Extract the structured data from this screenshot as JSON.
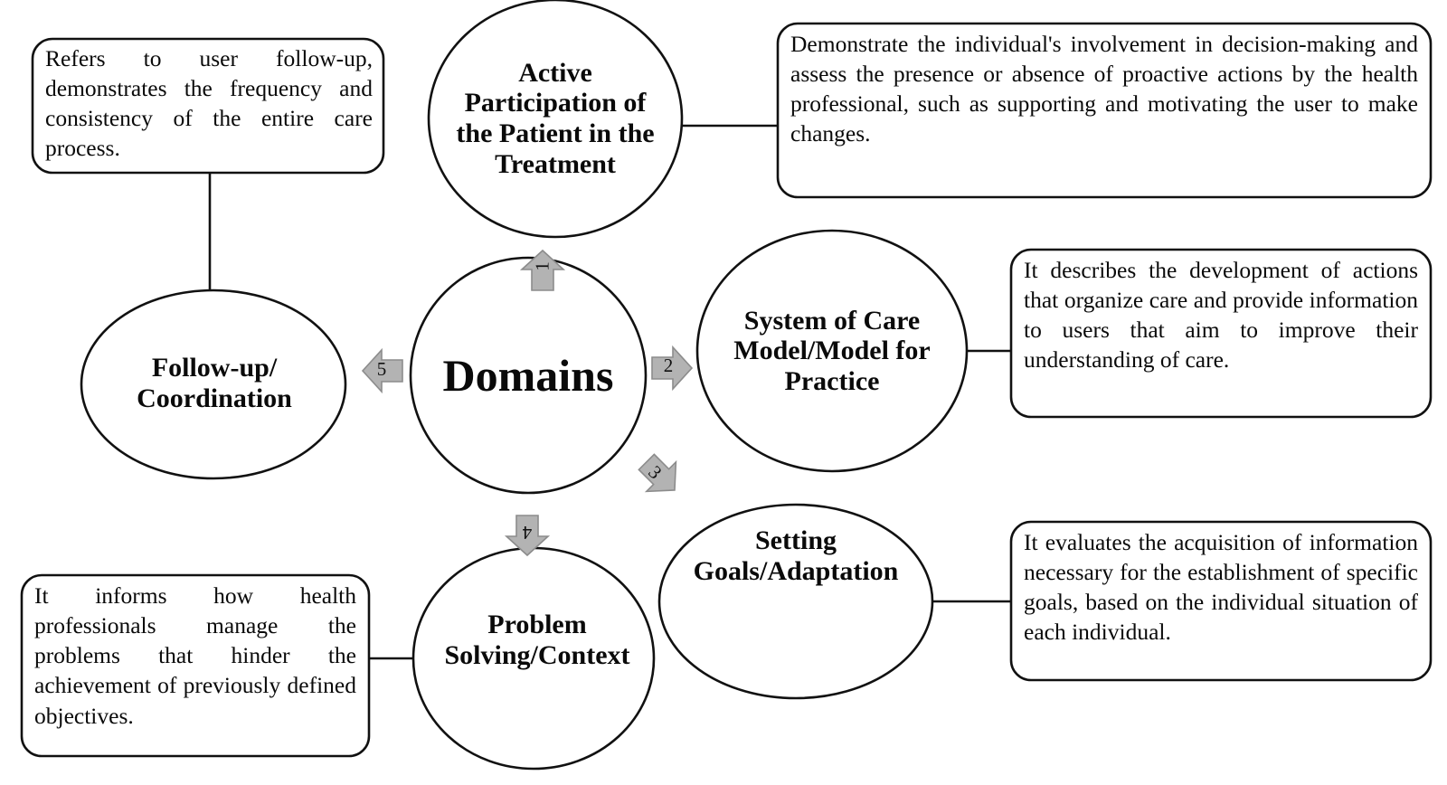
{
  "diagram": {
    "title": "Domains",
    "center_node": {
      "label": "Domains",
      "shape": "circle"
    },
    "domains": [
      {
        "number": "1",
        "label": "Active Participation of the Patient in the Treatment",
        "shape": "ellipse",
        "description": "Demonstrate the individual's involvement in decision-making and assess the presence or absence of proactive actions by the health professional, such as supporting and motivating the user to make changes.",
        "arrow_direction": "up"
      },
      {
        "number": "2",
        "label": "System of Care Model/Model for Practice",
        "shape": "ellipse",
        "description": "It describes the development of actions that organize care and provide information to users that aim to improve their understanding of care.",
        "arrow_direction": "right"
      },
      {
        "number": "3",
        "label": "Setting Goals/Adaptation",
        "shape": "ellipse",
        "description": "It evaluates the acquisition of information necessary for the establishment of specific goals, based on the individual situation of each individual.",
        "arrow_direction": "down-right"
      },
      {
        "number": "4",
        "label": "Problem Solving/Context",
        "shape": "ellipse",
        "description": "It informs how health professionals manage the problems that hinder the achievement of previously defined objectives.",
        "arrow_direction": "down"
      },
      {
        "number": "5",
        "label": "Follow-up/ Coordination",
        "shape": "ellipse",
        "description": "Refers to user follow-up, demonstrates the frequency and consistency of the entire care process.",
        "arrow_direction": "left"
      }
    ],
    "node_labels": {
      "active_participation": "Active Participation of the Patient in the Treatment",
      "system_of_care": "System of Care Model/Model for Practice",
      "setting_goals": "Setting Goals/Adaptation",
      "problem_solving": "Problem Solving/Context",
      "follow_up": "Follow-up/ Coordination"
    },
    "descriptions": {
      "follow_up": "Refers to user follow-up, demonstrates the frequency and consistency of the entire care process.",
      "active_participation": "Demonstrate the individual's involvement in decision-making and assess the presence or absence of proactive actions by the health professional, such as supporting and motivating the user to make changes.",
      "system_of_care": "It describes the development of actions that organize care and provide information to users that aim to improve their understanding of care.",
      "setting_goals": "It evaluates the acquisition of information necessary for the establishment of specific goals, based on the individual situation of each individual.",
      "problem_solving": "It informs how health professionals manage the problems that hinder the achievement of previously defined objectives."
    },
    "arrow_numbers": {
      "one": "1",
      "two": "2",
      "three": "3",
      "four": "4",
      "five": "5"
    },
    "colors": {
      "background": "#ffffff",
      "stroke": "#111111",
      "text": "#0a0a0a",
      "arrow_fill": "#b3b3b3",
      "arrow_stroke": "#8c8c8c"
    }
  }
}
